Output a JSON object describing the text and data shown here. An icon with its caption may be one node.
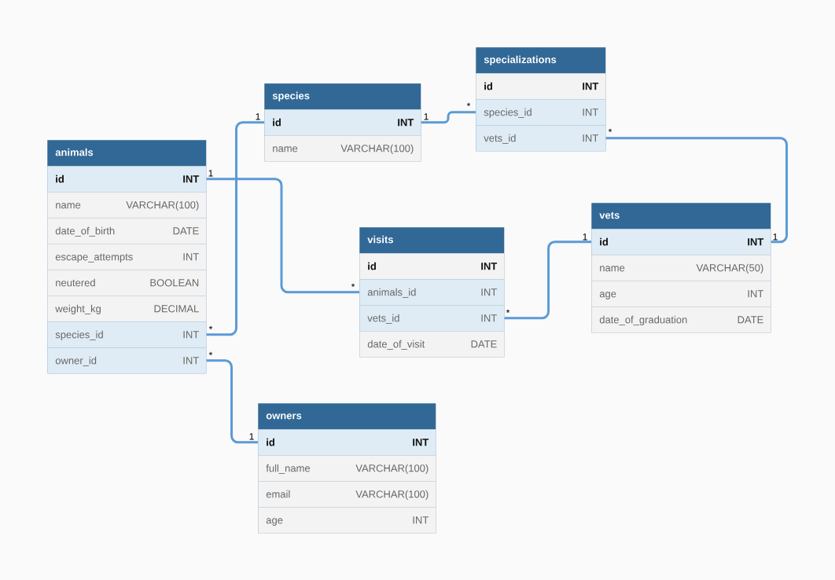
{
  "diagram": {
    "nodes": [
      {
        "text": [
          "specializations"
        ]
      },
      {
        "text": [
          "id",
          "INT"
        ],
        "in": 0
      },
      {
        "text": [
          "species_id",
          "INT"
        ],
        "in": 0,
        "beside": [
          "*"
        ]
      },
      {
        "text": [
          "vets_id",
          "INT"
        ],
        "in": 0,
        "beside": [
          "*"
        ]
      },
      {
        "text": [
          "species"
        ]
      },
      {
        "text": [
          "id",
          "INT"
        ],
        "in": 4,
        "beside": [
          "1",
          "1"
        ]
      },
      {
        "text": [
          "name",
          "VARCHAR(100)"
        ],
        "in": 4
      },
      {
        "text": [
          "animals"
        ]
      },
      {
        "text": [
          "id",
          "INT"
        ],
        "in": 7,
        "beside": [
          "1"
        ]
      },
      {
        "text": [
          "name",
          "VARCHAR(100)"
        ],
        "in": 7
      },
      {
        "text": [
          "date_of_birth",
          "DATE"
        ],
        "in": 7
      },
      {
        "text": [
          "escape_attempts",
          "INT"
        ],
        "in": 7
      },
      {
        "text": [
          "neutered",
          "BOOLEAN"
        ],
        "in": 7
      },
      {
        "text": [
          "weight_kg",
          "DECIMAL"
        ],
        "in": 7
      },
      {
        "text": [
          "species_id",
          "INT"
        ],
        "in": 7,
        "beside": [
          "*"
        ]
      },
      {
        "text": [
          "owner_id",
          "INT"
        ],
        "in": 7,
        "beside": [
          "*"
        ]
      },
      {
        "text": [
          "vets"
        ]
      },
      {
        "text": [
          "id",
          "INT"
        ],
        "in": 16,
        "beside": [
          "1",
          "1"
        ]
      },
      {
        "text": [
          "name",
          "VARCHAR(50)"
        ],
        "in": 16
      },
      {
        "text": [
          "age",
          "INT"
        ],
        "in": 16
      },
      {
        "text": [
          "date_of_graduation",
          "DATE"
        ],
        "in": 16
      },
      {
        "text": [
          "visits"
        ]
      },
      {
        "text": [
          "id",
          "INT"
        ],
        "in": 21
      },
      {
        "text": [
          "animals_id",
          "INT"
        ],
        "in": 21,
        "beside": [
          "*"
        ]
      },
      {
        "text": [
          "vets_id",
          "INT"
        ],
        "in": 21,
        "beside": [
          "*"
        ]
      },
      {
        "text": [
          "date_of_visit",
          "DATE"
        ],
        "in": 21
      },
      {
        "text": [
          "owners"
        ]
      },
      {
        "text": [
          "id",
          "INT"
        ],
        "in": 26,
        "beside": [
          "1"
        ]
      },
      {
        "text": [
          "full_name",
          "VARCHAR(100)"
        ],
        "in": 26
      },
      {
        "text": [
          "email",
          "VARCHAR(100)"
        ],
        "in": 26
      },
      {
        "text": [
          "age",
          "INT"
        ],
        "in": 26
      }
    ],
    "edges": [
      {
        "from": 14,
        "to": 5,
        "arrow": "none"
      },
      {
        "from": 23,
        "to": 8,
        "arrow": "none"
      },
      {
        "from": 15,
        "to": 27,
        "arrow": "none"
      },
      {
        "from": 2,
        "to": 5,
        "arrow": "none"
      },
      {
        "from": 3,
        "to": 17,
        "arrow": "none"
      },
      {
        "from": 24,
        "to": 17,
        "arrow": "none"
      }
    ]
  }
}
